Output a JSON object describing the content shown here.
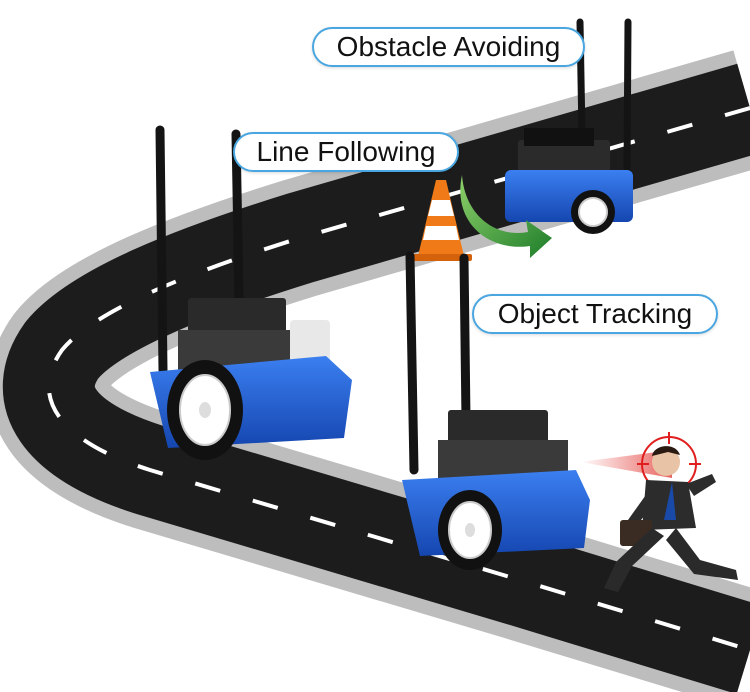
{
  "labels": {
    "obstacle_avoiding": "Obstacle Avoiding",
    "line_following": "Line Following",
    "object_tracking": "Object Tracking"
  },
  "colors": {
    "road": "#1c1c1c",
    "road_edge": "#b8b8b8",
    "lane_marks": "#ffffff",
    "robot_body": "#1e5fd6",
    "wheel_rim": "#ffffff",
    "tire": "#111111",
    "label_border": "#4aa6e0",
    "cone": "#f07a17",
    "arrow": "#2e9a36",
    "target": "#e01e1e"
  },
  "icons": [
    "traffic-cone-icon",
    "curved-arrow-icon",
    "target-reticle-icon",
    "running-person-icon",
    "robot-car-icon"
  ]
}
